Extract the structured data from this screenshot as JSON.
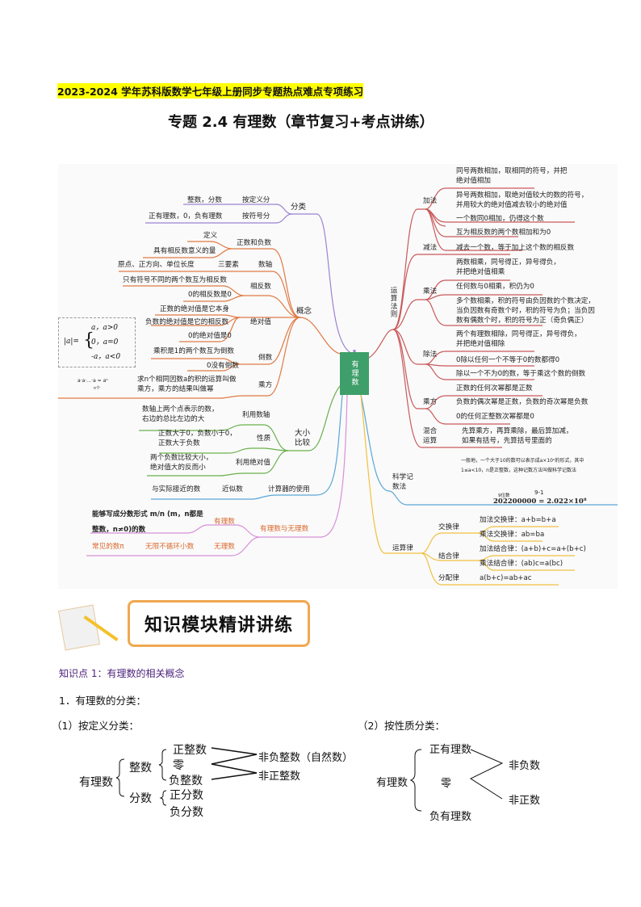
{
  "header": {
    "series_title": "2023-2024 学年苏科版数学七年级上册同步专题热点难点专项练习",
    "title": "专题 2.4  有理数（章节复习+考点讲练）"
  },
  "mindmap": {
    "center": "有理数",
    "left": {
      "fenlei": "分类",
      "dingyi_fen": "按定义分",
      "dingyi_fen_v": "整数，分数",
      "fuhao_fen": "按符号分",
      "fuhao_fen_v": "正有理数，0，负有理数",
      "gainian": "概念",
      "zhengfu": "正数和负数",
      "zhengfu_1": "定义",
      "zhengfu_2": "具有相反数意义的量",
      "shuzhou": "数轴",
      "sanyaosu": "三要素",
      "sanyaosu_v": "原点、正方向、单位长度",
      "xiangfan": "相反数",
      "xiangfan_1": "只有符号不同的两个数互为相反数",
      "xiangfan_2": "0的相反数是0",
      "juedui": "绝对值",
      "juedui_1": "正数的绝对值是它本身",
      "juedui_2": "负数的绝对值是它的相反数",
      "juedui_3": "0的绝对值是0",
      "abs_formula": [
        "|a|=",
        "a，a>0",
        "0，a=0",
        "-a，a<0"
      ],
      "daoshu": "倒数",
      "daoshu_1": "乘积是1的两个数互为倒数",
      "daoshu_2": "0没有倒数",
      "chengfang": "乘方",
      "chengfang_1": "求n个相同因数a的积的运算叫做",
      "chengfang_2": "乘方，乘方的结果叫做幂",
      "power_formula": "a·a·…·a = aⁿ",
      "power_formula_sub": "n个",
      "daxiao": [
        "大小",
        "比较"
      ],
      "liyong_shuzhou": "利用数轴",
      "liyong_shuzhou_v": [
        "数轴上两个点表示的数，",
        "右边的总比左边的大"
      ],
      "xingzhi": "性质",
      "xingzhi_v": [
        "正数大于0，负数小于0，",
        "正数大于负数"
      ],
      "liyong_juedui": "利用绝对值",
      "liyong_juedui_v": [
        "两个负数比较大小，",
        "绝对值大的反而小"
      ],
      "jisuanqi": "计算器的使用",
      "jinsi": "近似数",
      "jinsi_v": "与实际接近的数",
      "youli_wuli": "有理数与无理数",
      "youlishu": "有理数",
      "youlishu_v": [
        "能够写成分数形式 m/n (m，n都是",
        "整数，n≠0)的数"
      ],
      "wulishu": "无理数",
      "wulishu_v": "无限不循环小数",
      "wulishu_ex": "常见的数π"
    },
    "right": {
      "yunsuan_fa": "运算法则",
      "jiafa": "加法",
      "jiafa_v": [
        [
          "同号两数相加，取相同的符号，并把",
          "绝对值相加"
        ],
        [
          "异号两数相加，取绝对值较大的数的符号，",
          "并用较大的绝对值减去较小的绝对值"
        ],
        [
          "一个数同0相加，仍得这个数"
        ],
        [
          "互为相反数的两个数相加和为0"
        ]
      ],
      "jianfa": "减法",
      "jianfa_v": "减去一个数，等于加上这个数的相反数",
      "chengfa": "乘法",
      "chengfa_v": [
        [
          "两数相乘，同号得正，异号得负，",
          "并把绝对值相乘"
        ],
        [
          "任何数与0相乘，积仍为0"
        ],
        [
          "多个数相乘，积的符号由负因数的个数决定，",
          "当负因数有奇数个时，积的符号为负；当负因",
          "数有偶数个时，积的符号为正（奇负偶正）"
        ]
      ],
      "chufa": "除法",
      "chufa_v": [
        [
          "两个有理数相除，同号得正，异号得负，",
          "并把绝对值相除"
        ],
        [
          "0除以任何一个不等于0的数都得0"
        ],
        [
          "除以一个不为0的数，等于乘这个数的倒数"
        ]
      ],
      "chengfang": "乘方",
      "chengfang_v": [
        "正数的任何次幂都是正数",
        "负数的偶次幂是正数，负数的奇次幂是负数",
        "0的任何正整数次幂都是0"
      ],
      "hunhe": [
        "混合",
        "运算"
      ],
      "hunhe_v": [
        "先算乘方，再算乘除，最后算加减，",
        "如果有括号，先算括号里面的"
      ],
      "kexue": [
        "科学记",
        "数法"
      ],
      "kexue_v": [
        "一般地，一个大于10的数可以表示成a×10ⁿ的形式，其中",
        "1≤a<10，n是正整数，这种记数方法叫做科学记数法"
      ],
      "kexue_ex": "202200000 = 2.022×10⁸",
      "kexue_ex_digits": "9位数",
      "kexue_ex_exp": "9-1",
      "yunsuanlv": "运算律",
      "jiaohuan": "交换律",
      "jiaohuan_v": [
        "加法交换律：a+b=b+a",
        "乘法交换律：ab=ba"
      ],
      "jiehe": "结合律",
      "jiehe_v": [
        "加法结合律：(a+b)+c=a+(b+c)",
        "乘法结合律：(ab)c=a(bc)"
      ],
      "fenpei": "分配律",
      "fenpei_v": "a(b+c)=ab+ac"
    }
  },
  "section": {
    "banner": "知识模块精讲讲练",
    "knowledge_point": "知识点 1：有理数的相关概念",
    "item1": "1．有理数的分类：",
    "def_title": "（1）按定义分类：",
    "prop_title": "（2）按性质分类：",
    "def_tree": {
      "root": "有理数",
      "zhengshu": "整数",
      "fenshu": "分数",
      "zz": "正整数",
      "ling": "零",
      "fz": "负整数",
      "zf": "正分数",
      "ff": "负分数",
      "ffz": "非负整数（自然数）",
      "fzz": "非正整数"
    },
    "prop_tree": {
      "root": "有理数",
      "zy": "正有理数",
      "ling": "零",
      "fy": "负有理数",
      "ff": "非负数",
      "fz": "非正数"
    }
  }
}
